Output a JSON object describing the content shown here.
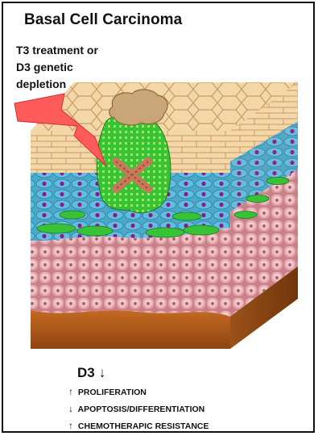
{
  "title": "Basal Cell Carcinoma",
  "trigger": {
    "lines": [
      "T3 treatment or",
      "D3 genetic",
      "depletion"
    ],
    "icon": "lightning-bolt-icon",
    "color": "#ff5b5b"
  },
  "summary": {
    "label": "D3",
    "arrow": "↓",
    "effects": [
      {
        "arrow": "↑",
        "text": "PROLIFERATION"
      },
      {
        "arrow": "↓",
        "text": "APOPTOSIS/DIFFERENTIATION"
      },
      {
        "arrow": "↑",
        "text": "CHEMOTHERAPIC RESISTANCE"
      }
    ]
  },
  "colors": {
    "corneum": "#f3d7a8",
    "corneum_lines": "#c99b62",
    "basal_layer": "#4aa8c9",
    "tumor": "#38c238",
    "tumor_dots": "#9ce85a",
    "dermis": "#e8b0b4",
    "subcutis": "#b8611f",
    "nucleus": "#8a1a8a",
    "cross": "#b86a4a",
    "scab": "#c9a678"
  }
}
